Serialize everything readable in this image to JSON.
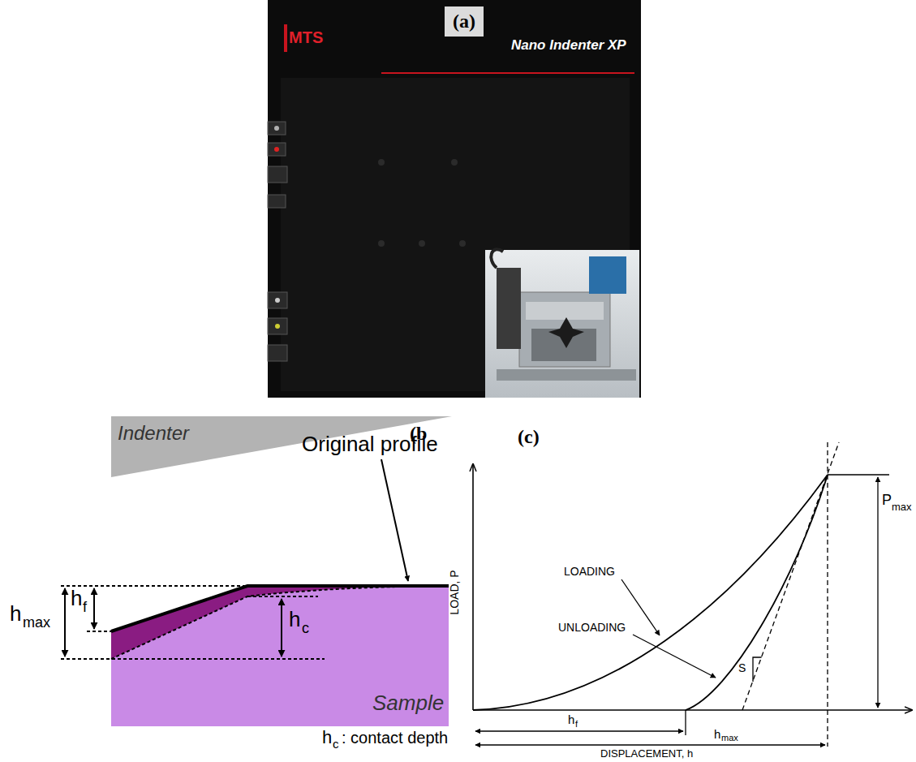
{
  "diagram": {
    "nodes": [
      {
        "text": [
          "(a)"
        ]
      },
      {
        "text": [
          "Indenter"
        ]
      },
      {
        "text": [
          "Sample"
        ]
      }
    ],
    "labels": [
      "MTS",
      "Nano Indenter XP",
      "(b",
      "Original profile",
      "h",
      "max",
      "h",
      "f",
      "h",
      "c",
      "h",
      "c",
      ": contact depth",
      "(c)",
      "LOAD, P",
      "LOADING",
      "UNLOADING",
      "S",
      "P",
      "max",
      "h",
      "f",
      "h",
      "max",
      "DISPLACEMENT, h"
    ]
  }
}
